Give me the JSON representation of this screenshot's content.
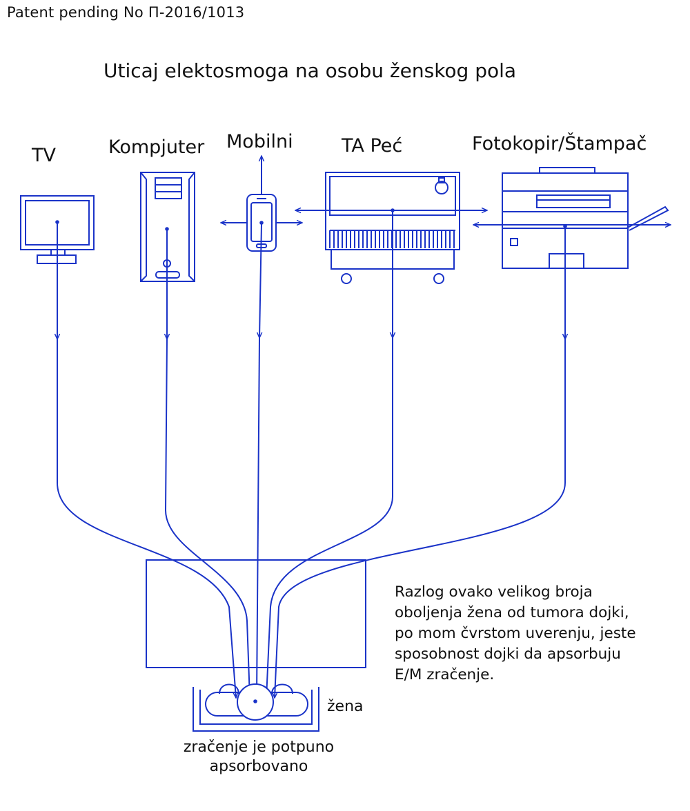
{
  "header": {
    "patent": "Patent pending No П-2016/1013",
    "title": "Uticaj elektosmoga na osobu ženskog pola"
  },
  "devices": [
    {
      "id": "tv",
      "label": "TV"
    },
    {
      "id": "computer",
      "label": "Kompjuter"
    },
    {
      "id": "mobile",
      "label": "Mobilni"
    },
    {
      "id": "ta-stove",
      "label": "TA Peć"
    },
    {
      "id": "copier-printer",
      "label": "Fotokopir/Štampač"
    }
  ],
  "person": {
    "label": "žena"
  },
  "explanation": {
    "lines": [
      "Razlog ovako velikog broja",
      "oboljenja žena od tumora dojki,",
      "po mom čvrstom uverenju, jeste",
      "sposobnost dojki da apsorbuju",
      "E/M zračenje."
    ]
  },
  "caption": {
    "lines": [
      "zračenje je potpuno",
      "apsorbovano"
    ]
  },
  "colors": {
    "ink": "#1a33c8",
    "text": "#111111",
    "background": "#ffffff"
  }
}
